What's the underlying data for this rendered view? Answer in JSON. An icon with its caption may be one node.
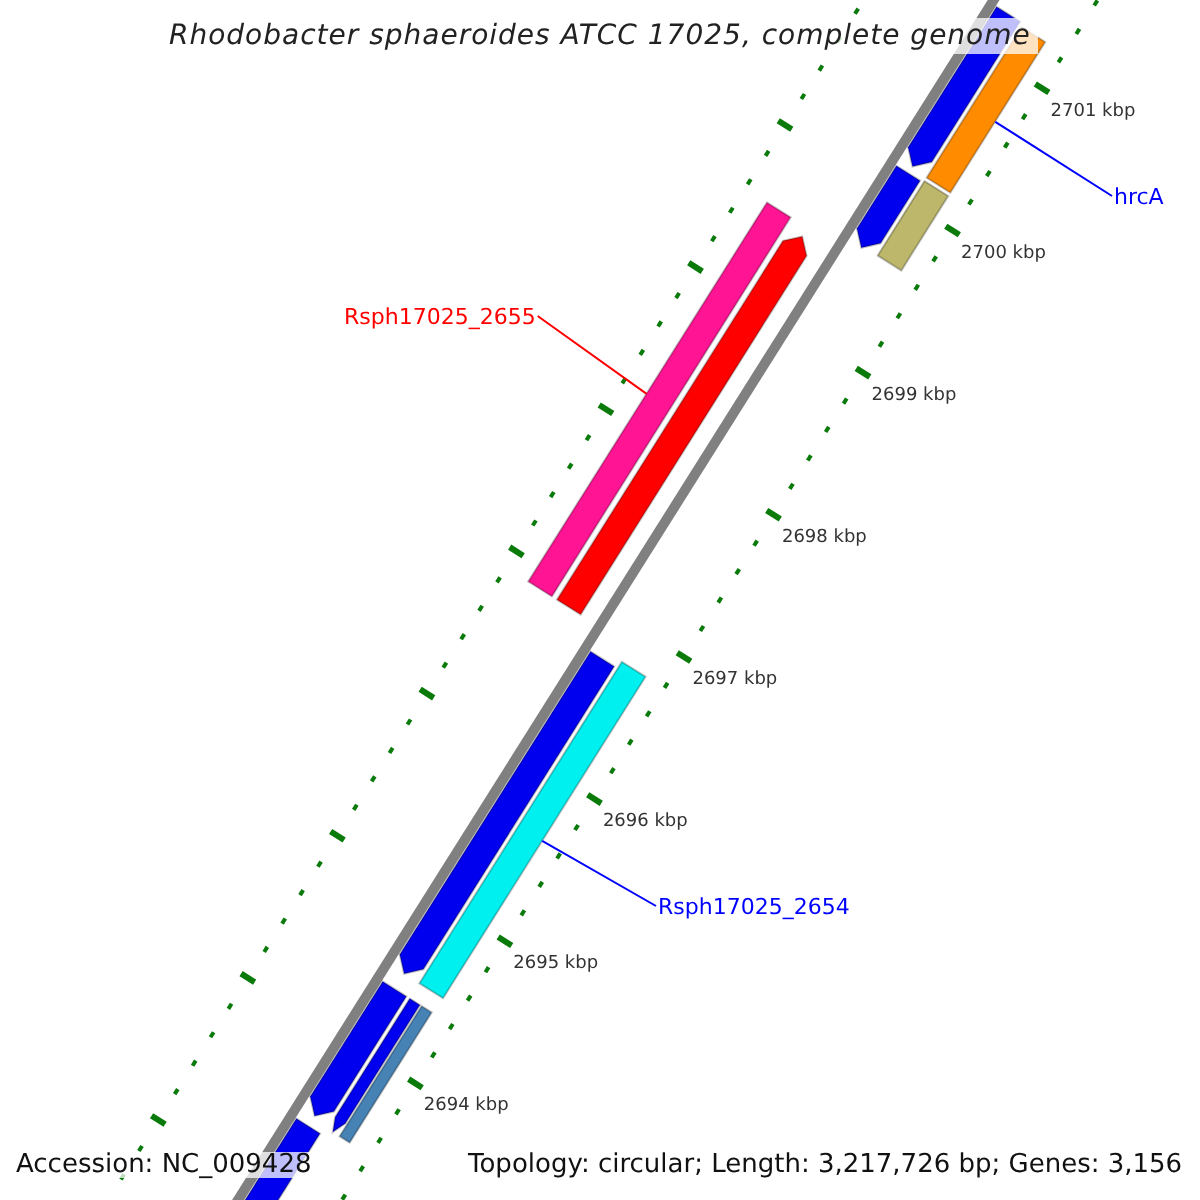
{
  "diagram": {
    "title": "Rhodobacter sphaeroides ATCC 17025, complete genome",
    "nodes": [
      {
        "text": [
          "hrcA"
        ]
      },
      {
        "text": [],
        "shape": "bar"
      },
      {
        "text": [
          "Rsph17025_2655"
        ]
      },
      {
        "text": [],
        "shape": "bar"
      },
      {
        "text": [
          "Rsph17025_2654"
        ]
      },
      {
        "text": [],
        "shape": "bar"
      }
    ],
    "edges": [
      {
        "from": 0,
        "to": 1,
        "arrow": "none"
      },
      {
        "from": 2,
        "to": 3,
        "arrow": "none",
        "color": "#ff0000"
      },
      {
        "from": 4,
        "to": 5,
        "arrow": "none"
      }
    ],
    "labels": [
      "2701 kbp",
      "2700 kbp",
      "2699 kbp",
      "2698 kbp",
      "2697 kbp",
      "2696 kbp",
      "2695 kbp",
      "2694 kbp",
      "Accession: NC_009428",
      "Topology: circular; Length: 3,217,726 bp; Genes: 3,156"
    ]
  }
}
